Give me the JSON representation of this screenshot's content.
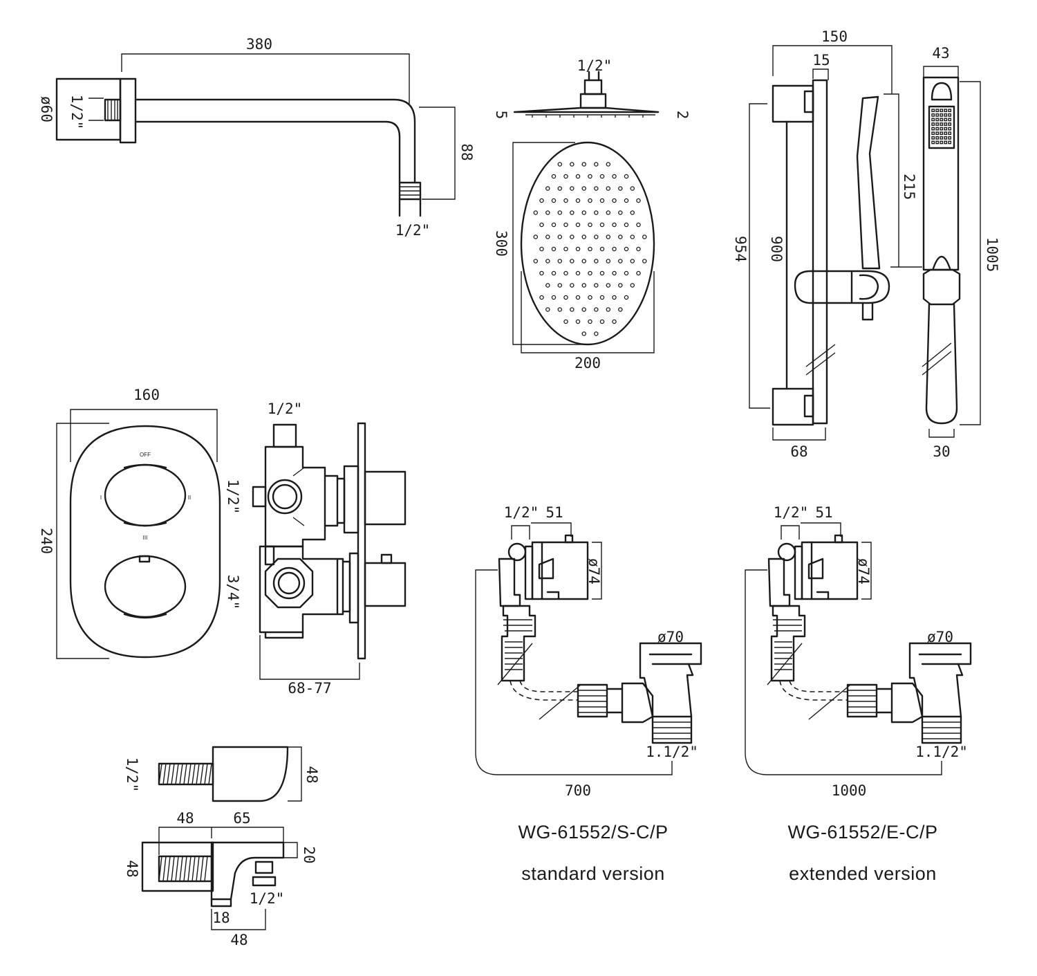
{
  "shower_arm": {
    "length": "380",
    "flange_dia": "ø60",
    "inlet": "1/2\"",
    "drop": "88",
    "outlet": "1/2\""
  },
  "shower_head": {
    "inlet": "1/2\"",
    "thick_left": "5",
    "thick_right": "2",
    "height": "300",
    "width": "200"
  },
  "riser_rail": {
    "width": "150",
    "bracket_depth": "15",
    "handset_width": "43",
    "height_954": "954",
    "height_900": "900",
    "slider_span": "215",
    "handset_len": "1005",
    "base_depth": "68",
    "handset_base": "30"
  },
  "valve_front": {
    "width": "160",
    "height": "240",
    "off_label": "OFF",
    "mark_1": "I",
    "mark_2": "II",
    "mark_3": "III"
  },
  "valve_side": {
    "outlet_top": "1/2\"",
    "outlet_mid": "1/2\"",
    "inlet_bottom": "3/4\"",
    "depth": "68-77"
  },
  "spout": {
    "inlet_top": "1/2\"",
    "height_top": "48",
    "length_48": "48",
    "length_65": "65",
    "side_48": "48",
    "drop_20": "20",
    "inlet_bottom": "1/2\"",
    "offset_18": "18",
    "depth_48": "48"
  },
  "waste_standard": {
    "label_inlet": "1/2\"",
    "width_51": "51",
    "dia_74": "ø74",
    "dia_70": "ø70",
    "outlet": "1.1/2\"",
    "cable": "700",
    "code": "WG-61552/S-C/P",
    "version": "standard version"
  },
  "waste_extended": {
    "label_inlet": "1/2\"",
    "width_51": "51",
    "dia_74": "ø74",
    "dia_70": "ø70",
    "outlet": "1.1/2\"",
    "cable": "1000",
    "code": "WG-61552/E-C/P",
    "version": "extended version"
  }
}
